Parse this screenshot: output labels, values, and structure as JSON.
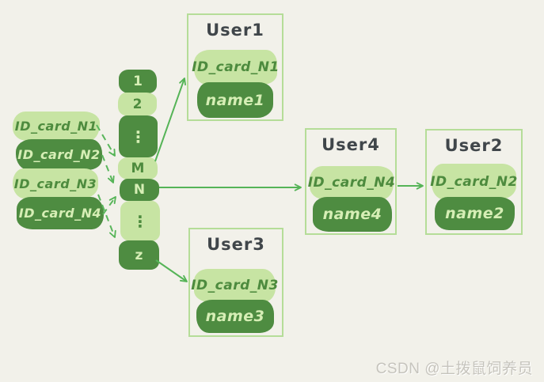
{
  "page": {
    "background": "#f2f1ea",
    "watermark": "CSDN @土拨鼠饲养员"
  },
  "colors": {
    "light_green": "#c7e4a3",
    "dark_green": "#4e8c41",
    "arrow_green": "#55b457",
    "box_border": "#b5dd98",
    "title_text": "#40464a",
    "text_on_light": "#4d8b3e",
    "text_on_dark": "#d6eeb5",
    "watermark_gray": "#c6c4bd"
  },
  "id_cards": [
    {
      "label": "ID_card_N1",
      "variant": "light"
    },
    {
      "label": "ID_card_N2",
      "variant": "dark"
    },
    {
      "label": "ID_card_N3",
      "variant": "light"
    },
    {
      "label": "ID_card_N4",
      "variant": "dark"
    }
  ],
  "hash_table": {
    "slots": [
      {
        "label": "1",
        "variant": "dark"
      },
      {
        "label": "2",
        "variant": "light"
      },
      {
        "label": "⋮",
        "variant": "dark"
      },
      {
        "label": "M",
        "variant": "light"
      },
      {
        "label": "N",
        "variant": "dark"
      },
      {
        "label": "⋮",
        "variant": "light"
      },
      {
        "label": "z",
        "variant": "dark"
      }
    ]
  },
  "users": [
    {
      "title": "User1",
      "id_label": "ID_card_N1",
      "name_label": "name1"
    },
    {
      "title": "User4",
      "id_label": "ID_card_N4",
      "name_label": "name4"
    },
    {
      "title": "User2",
      "id_label": "ID_card_N2",
      "name_label": "name2"
    },
    {
      "title": "User3",
      "id_label": "ID_card_N3",
      "name_label": "name3"
    }
  ],
  "edges": {
    "dashed": [
      {
        "from": "ID_card_N1",
        "to": "slot-M"
      },
      {
        "from": "ID_card_N2",
        "to": "slot-N"
      },
      {
        "from": "ID_card_N3",
        "to": "slot-z"
      },
      {
        "from": "ID_card_N4",
        "to": "slot-N"
      }
    ],
    "solid": [
      {
        "from": "slot-M",
        "to": "User1"
      },
      {
        "from": "slot-N",
        "to": "User4"
      },
      {
        "from": "User4",
        "to": "User2"
      },
      {
        "from": "slot-z",
        "to": "User3"
      }
    ]
  }
}
